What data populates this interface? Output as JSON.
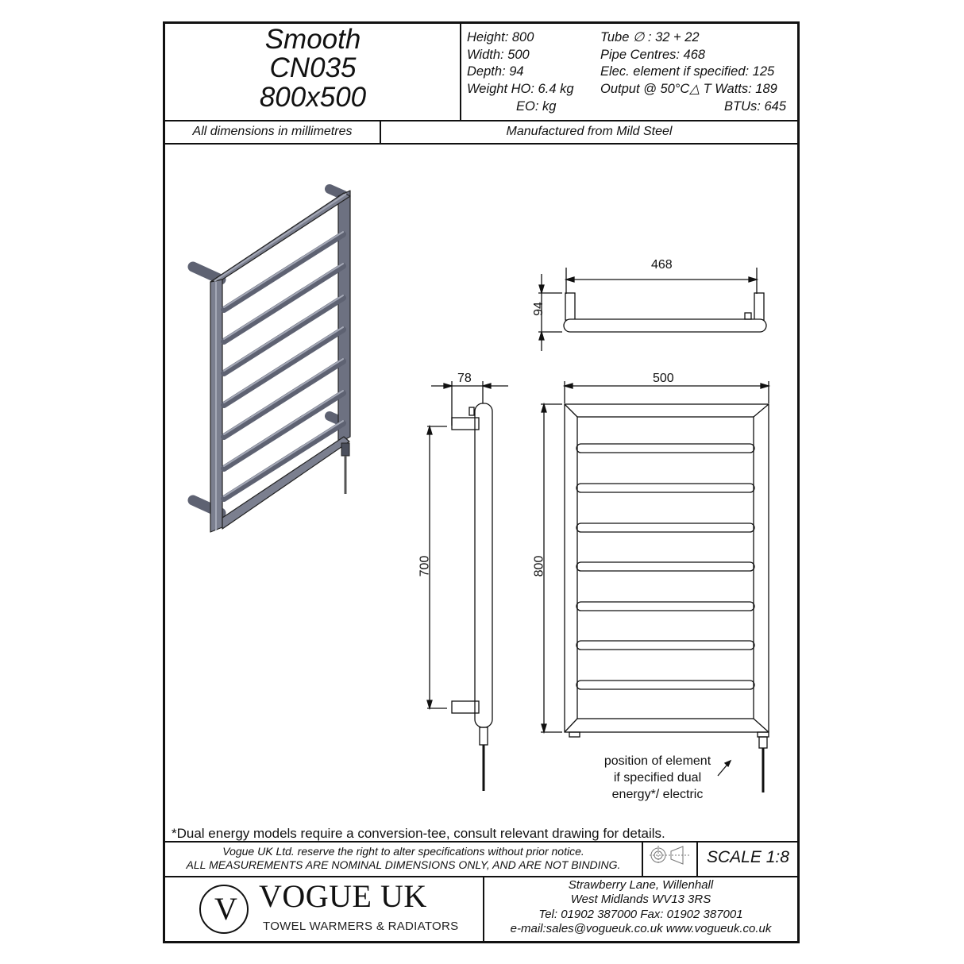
{
  "header": {
    "title_lines": [
      "Smooth",
      "CN035",
      "800x500"
    ],
    "specs_left": [
      "Height: 800",
      "Width: 500",
      "Depth: 94",
      "Weight HO: 6.4 kg",
      "EO:  kg"
    ],
    "specs_right": [
      "Tube ∅ : 32 + 22",
      "Pipe Centres: 468",
      "Elec. element if specified: 125",
      "Output @ 50°C△ T Watts: 189",
      "BTUs: 645"
    ],
    "units_note": "All dimensions in millimetres",
    "material_note": "Manufactured from Mild Steel"
  },
  "drawings": {
    "top_view": {
      "pipe_centres": "468",
      "depth": "94"
    },
    "side_view": {
      "depth": "78",
      "fixing_centres": "700"
    },
    "front_view": {
      "width": "500",
      "height": "800"
    },
    "element_note": [
      "position of element",
      "if specified dual",
      "energy*/ electric"
    ],
    "colors": {
      "tube_fill": "#7b7f8f",
      "tube_shade": "#5e6272",
      "tube_highlight": "#a4a8b6",
      "line": "#111111"
    }
  },
  "footer": {
    "dual_energy_note": "*Dual energy models require a conversion-tee, consult relevant drawing for details.",
    "notice_lines": [
      "Vogue UK Ltd. reserve the right to alter specifications without prior notice.",
      "ALL MEASUREMENTS ARE NOMINAL DIMENSIONS ONLY, AND ARE NOT BINDING."
    ],
    "projection_icon": "third-angle-projection-icon",
    "scale": "SCALE 1:8",
    "logo": {
      "letter": "V",
      "brand": "VOGUE UK",
      "tagline": "TOWEL WARMERS & RADIATORS"
    },
    "address_lines": [
      "Strawberry Lane, Willenhall",
      "West Midlands WV13 3RS",
      "Tel: 01902 387000  Fax: 01902 387001",
      "e-mail:sales@vogueuk.co.uk  www.vogueuk.co.uk"
    ]
  }
}
